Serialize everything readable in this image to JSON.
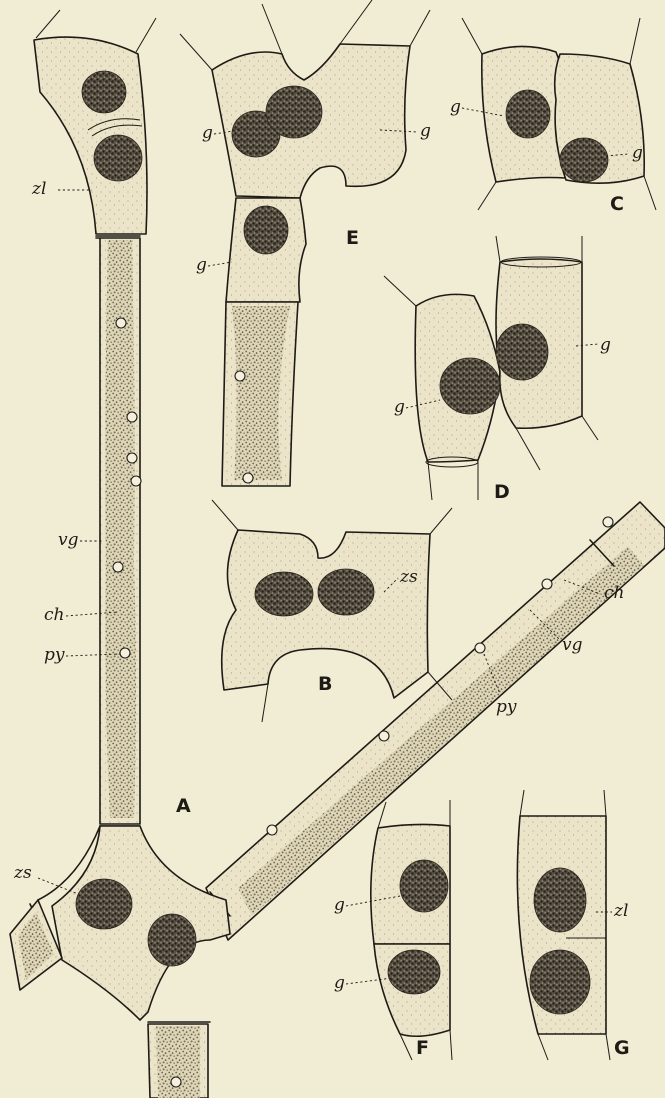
{
  "panels": {
    "A": "A",
    "B": "B",
    "C": "C",
    "D": "D",
    "E": "E",
    "F": "F",
    "G": "G"
  },
  "labels": {
    "zl": "zl",
    "vg": "vg",
    "ch": "ch",
    "py": "py",
    "zs": "zs",
    "g": "g"
  }
}
